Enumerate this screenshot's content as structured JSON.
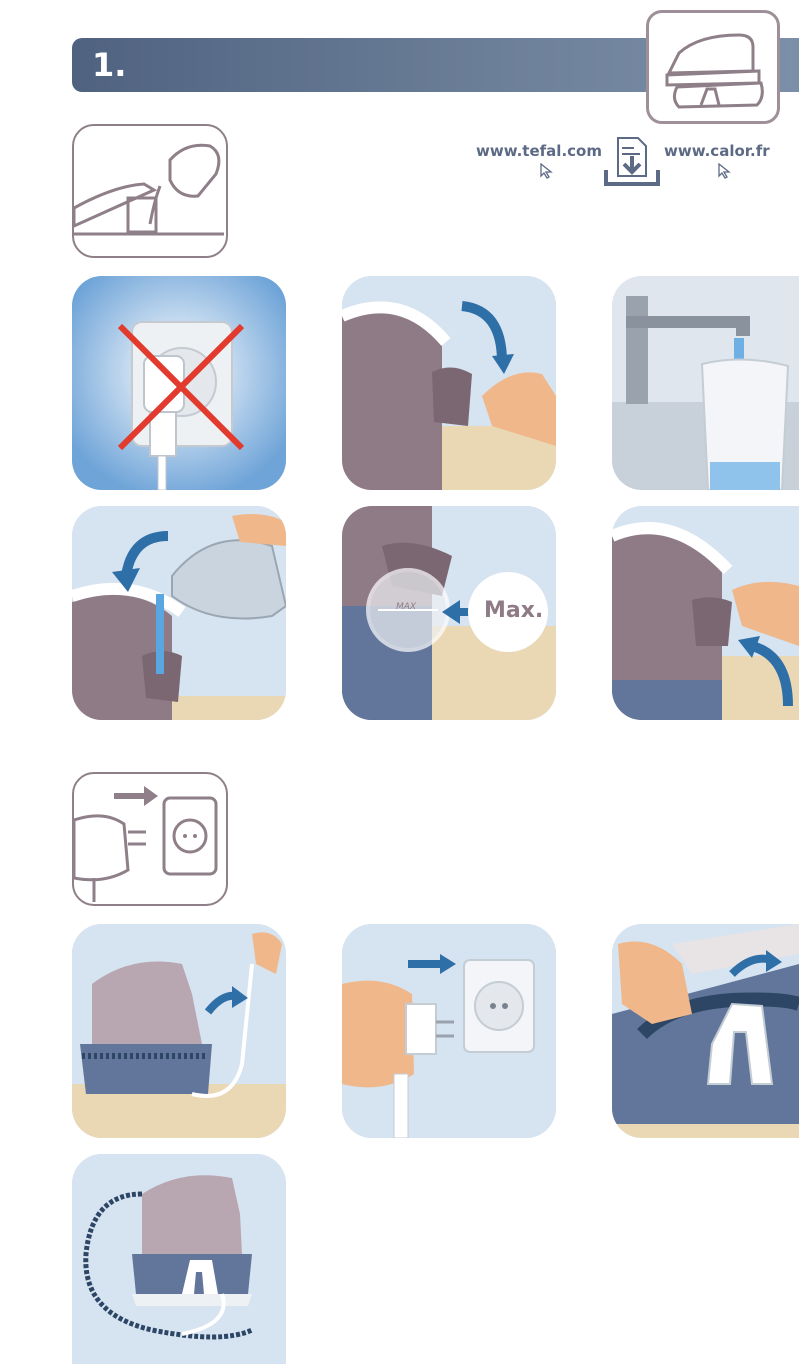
{
  "header": {
    "step_label": "1."
  },
  "links": {
    "tefal_url": "www.tefal.com",
    "calor_url": "www.calor.fr"
  },
  "panels": {
    "max_label": "Max.",
    "max_marking": "MAX"
  },
  "colors": {
    "header_bar": "#5f7290",
    "panel_bg_blue": "#cfe0f0",
    "iron_body": "#8f7b86",
    "water": "#5aa6e0",
    "arrow_blue": "#2f6fa8",
    "cross_red": "#e23b2e"
  }
}
